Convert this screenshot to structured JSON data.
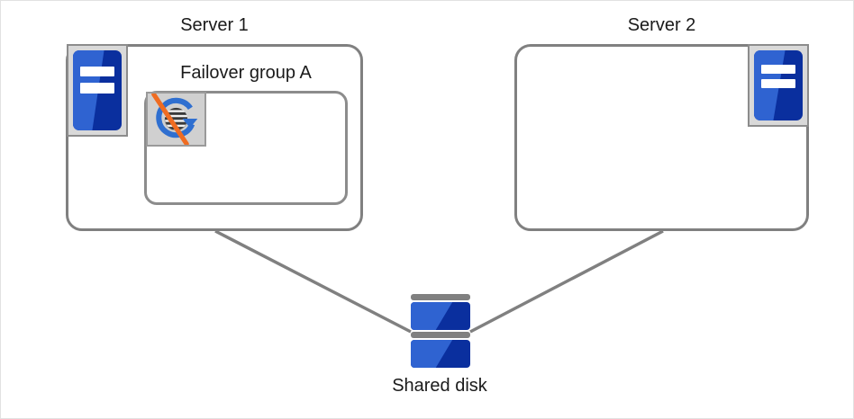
{
  "diagram": {
    "background_color": "#ffffff",
    "border_color": "#e2e2e2",
    "line_color": "#808080",
    "accent_blue": "#2f63d1",
    "accent_dark_blue": "#0a2f9e",
    "slash_color": "#ef6c22",
    "icon_box_fill": "#d9d9d9",
    "icon_box_border": "#8c8c8c"
  },
  "servers": [
    {
      "title": "Server 1",
      "icon_name": "server-machine-icon",
      "icon_position": "top-left",
      "group": {
        "title": "Failover group A",
        "resource_icon_name": "failover-resource-stopped-icon",
        "resource_state": "stopped"
      }
    },
    {
      "title": "Server 2",
      "icon_name": "server-machine-icon",
      "icon_position": "top-right",
      "group": null
    }
  ],
  "storage": {
    "title": "Shared disk",
    "icon_name": "shared-disk-icon",
    "unit_count": 2
  },
  "connections": [
    {
      "from": "Server 1",
      "to": "Shared disk"
    },
    {
      "from": "Server 2",
      "to": "Shared disk"
    }
  ]
}
